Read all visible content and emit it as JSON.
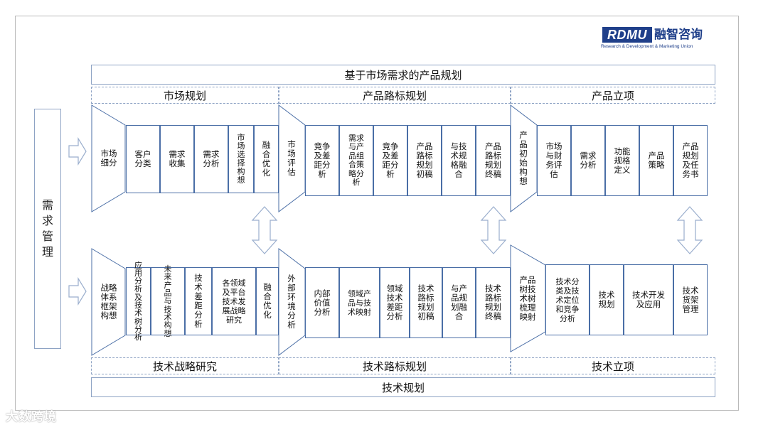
{
  "logo": {
    "brand": "RDMU",
    "brand_cn": "融智咨询",
    "subtitle": "Research & Development & Marketing Union"
  },
  "watermark": "大数跨境",
  "header": {
    "product_planning": "基于市场需求的产品规划",
    "tech_planning": "技术规划"
  },
  "side": {
    "demand_management": "需\n求\n管\n理"
  },
  "top_sections": [
    {
      "title": "市场规划"
    },
    {
      "title": "产品路标规划"
    },
    {
      "title": "产品立项"
    }
  ],
  "bottom_sections": [
    {
      "title": "技术战略研究"
    },
    {
      "title": "技术路标规划"
    },
    {
      "title": "技术立项"
    }
  ],
  "top_row": {
    "group1": {
      "funnel": "市场\n细分",
      "items": [
        "客户\n分类",
        "需求\n收集",
        "需求\n分析",
        "市\n场\n选\n择\n构\n想",
        "融\n合\n优\n化"
      ]
    },
    "group2": {
      "funnel": "市\n场\n评\n估",
      "items": [
        "竞争\n及差\n距分\n析",
        "需求\n与产\n品组\n合策\n略分\n析",
        "竞争\n及差\n距分\n析",
        "产品\n路标\n规划\n初稿",
        "与技\n术规\n格融\n合",
        "产品\n路标\n规划\n终稿"
      ]
    },
    "group3": {
      "funnel": "产\n品\n初\n始\n构\n想",
      "items": [
        "市场\n与财\n务评\n估",
        "需求\n分析",
        "功能\n规格\n定义",
        "产品\n策略",
        "产品\n规划\n及任\n务书"
      ]
    }
  },
  "bottom_row": {
    "group1": {
      "funnel": "战略\n体系\n框架\n构想",
      "items": [
        "应\n用\n分\n析\n及\n技\n术\n树\n分\n析",
        "未\n来\n产\n品\n与\n技\n术\n构\n想",
        "技\n术\n差\n距\n分\n析",
        "各领域\n及平台\n技术发\n展战略\n研究",
        "融\n合\n优\n化"
      ]
    },
    "group2": {
      "funnel": "外\n部\n环\n境\n分\n析",
      "items": [
        "内部\n价值\n分析",
        "领域产\n品与技\n术映射",
        "领域\n技术\n差距\n分析",
        "技术\n路标\n规划\n初稿",
        "与产\n品规\n划融\n合",
        "技术\n路标\n规划\n终稿"
      ]
    },
    "group3": {
      "funnel": "产品\n树技\n术树\n梳理\n映射",
      "items": [
        "技术分\n类及技\n术定位\n和竞争\n分析",
        "技术\n规划",
        "技术开发\n及应用",
        "技术\n货架\n管理"
      ]
    }
  },
  "colors": {
    "border": "#4a6ea6",
    "section_border": "#8ea3c4",
    "arrow": "#9aaecd",
    "brand": "#1f3f8a"
  }
}
